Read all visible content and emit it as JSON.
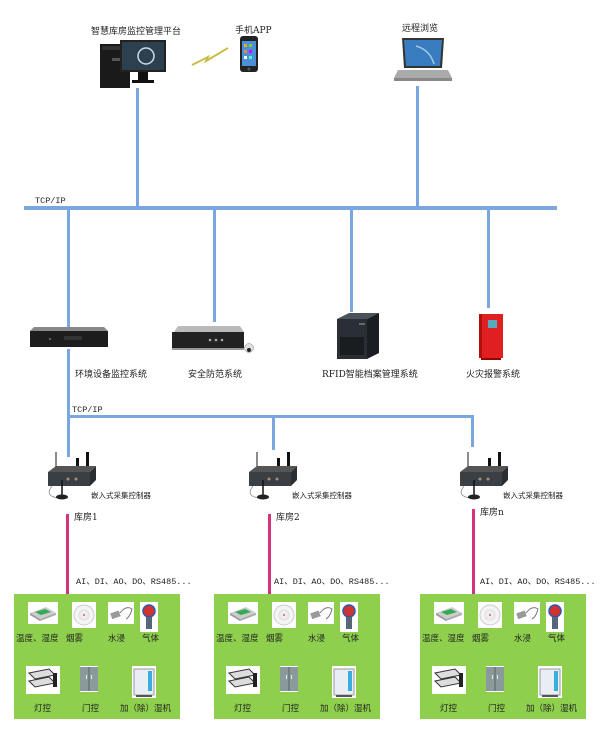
{
  "top": {
    "platform_label": "智慧库房监控管理平台",
    "app_label": "手机APP",
    "remote_label": "远程浏览"
  },
  "network": {
    "main_protocol": "TCP/IP",
    "sub_protocol": "TCP/IP"
  },
  "systems": [
    {
      "label": "环境设备监控系统",
      "icon": "rack-server-icon"
    },
    {
      "label": "安全防范系统",
      "icon": "nvr-camera-icon"
    },
    {
      "label": "RFID智能档案管理系统",
      "icon": "tower-server-icon"
    },
    {
      "label": "火灾报警系统",
      "icon": "fire-alarm-cabinet-icon"
    }
  ],
  "warehouses": [
    {
      "controller_label": "嵌入式采集控制器",
      "room_label": "库房1",
      "signals": "AI、DI、AO、DO、RS485...",
      "devices_row1": [
        "温度、湿度",
        "烟雾",
        "水浸",
        "气体"
      ],
      "devices_row2": [
        "灯控",
        "门控",
        "加（除）湿机"
      ]
    },
    {
      "controller_label": "嵌入式采集控制器",
      "room_label": "库房2",
      "signals": "AI、DI、AO、DO、RS485...",
      "devices_row1": [
        "温度、湿度",
        "烟雾",
        "水浸",
        "气体"
      ],
      "devices_row2": [
        "灯控",
        "门控",
        "加（除）湿机"
      ]
    },
    {
      "controller_label": "嵌入式采集控制器",
      "room_label": "库房n",
      "signals": "AI、DI、AO、DO、RS485...",
      "devices_row1": [
        "温度、湿度",
        "烟雾",
        "水浸",
        "气体"
      ],
      "devices_row2": [
        "灯控",
        "门控",
        "加（除）湿机"
      ]
    }
  ],
  "colors": {
    "network_line": "#7ba7e0",
    "room_line": "#d6337a",
    "device_panel": "#8ed04d"
  }
}
